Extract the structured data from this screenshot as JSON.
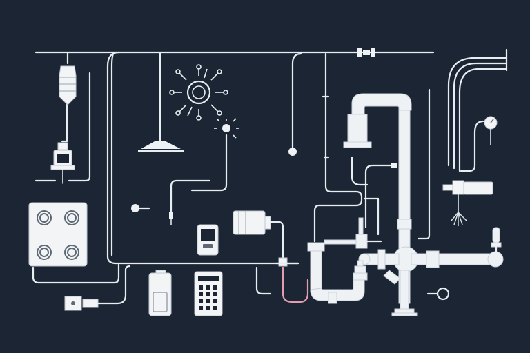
{
  "colors": {
    "background": "#1c2533",
    "line": "#e8edf2",
    "pipe": "#eef2f5",
    "accent_wire": "#e59bb0"
  },
  "components": [
    {
      "name": "main-supply-line"
    },
    {
      "name": "hanging-filter-cartridge"
    },
    {
      "name": "water-meter"
    },
    {
      "name": "sunburst-fixture"
    },
    {
      "name": "spark-fixture"
    },
    {
      "name": "pendant-lamp"
    },
    {
      "name": "plain-probe"
    },
    {
      "name": "pressure-vessel"
    },
    {
      "name": "four-knob-panel"
    },
    {
      "name": "inline-pump"
    },
    {
      "name": "handheld-remote"
    },
    {
      "name": "keypad-controller"
    },
    {
      "name": "battery-pack"
    },
    {
      "name": "plug-and-socket"
    },
    {
      "name": "pressure-gauge"
    },
    {
      "name": "sprinkler-valve"
    },
    {
      "name": "main-pipe-network"
    },
    {
      "name": "key-tag"
    }
  ]
}
